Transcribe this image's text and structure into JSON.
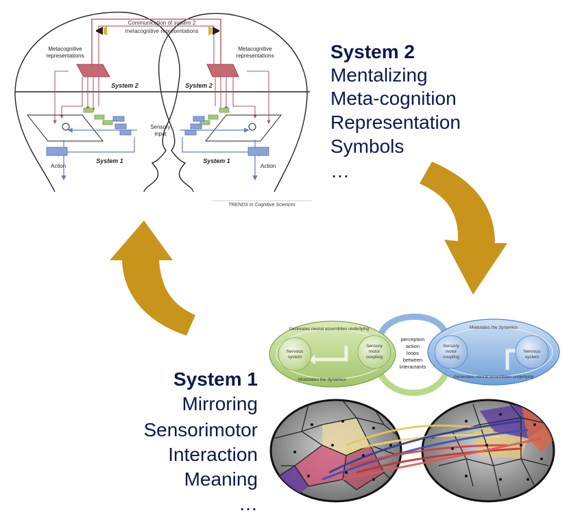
{
  "system2": {
    "title": "System 2",
    "items": [
      "Mentalizing",
      "Meta-cognition",
      "Representation",
      "Symbols",
      "…"
    ]
  },
  "system1": {
    "title": "System 1",
    "items": [
      "Mirroring",
      "Sensorimotor",
      "Interaction",
      "Meaning",
      "…"
    ]
  },
  "heads_diagram": {
    "communication_line1": "Communication of system 2",
    "communication_line2": "metacognitive representations",
    "meta_left_1": "Metacognitive",
    "meta_left_2": "representations",
    "meta_right_1": "Metacognitive",
    "meta_right_2": "representations",
    "system2_left": "System 2",
    "system2_right": "System 2",
    "system1_left": "System 1",
    "system1_right": "System 1",
    "sensory_1": "Sensory",
    "sensory_2": "input",
    "action_left": "Action",
    "action_right": "Action",
    "credit": "TRENDS in Cognitive Sciences"
  },
  "loops_diagram": {
    "top_left_label": "Generates neural assemblies underlying",
    "bottom_left_label": "Modulates the dynamics",
    "top_right_label": "Modulates the dynamics",
    "bottom_right_label": "Generates neural assemblies underlying",
    "nervous_left_1": "Nervous",
    "nervous_left_2": "system",
    "sm_left_1": "Sensory",
    "sm_left_2": "motor",
    "sm_left_3": "coupling",
    "sm_right_1": "Sensory",
    "sm_right_2": "motor",
    "sm_right_3": "coupling",
    "nervous_right_1": "Nervous",
    "nervous_right_2": "system",
    "center_1": "perception",
    "center_2": "action",
    "center_3": "loops",
    "center_4": "between",
    "center_5": "interactants"
  },
  "colors": {
    "heading_text": "#0b1a4a",
    "cycle_arrow": "#c9941c",
    "system2_box": "#c66a72",
    "system1_box": "#8aa2d6",
    "loop_green": "#b9d98a",
    "loop_blue": "#8fb5e3"
  },
  "icons": [
    "cycle-arrow-icon",
    "megaphone-icon"
  ]
}
